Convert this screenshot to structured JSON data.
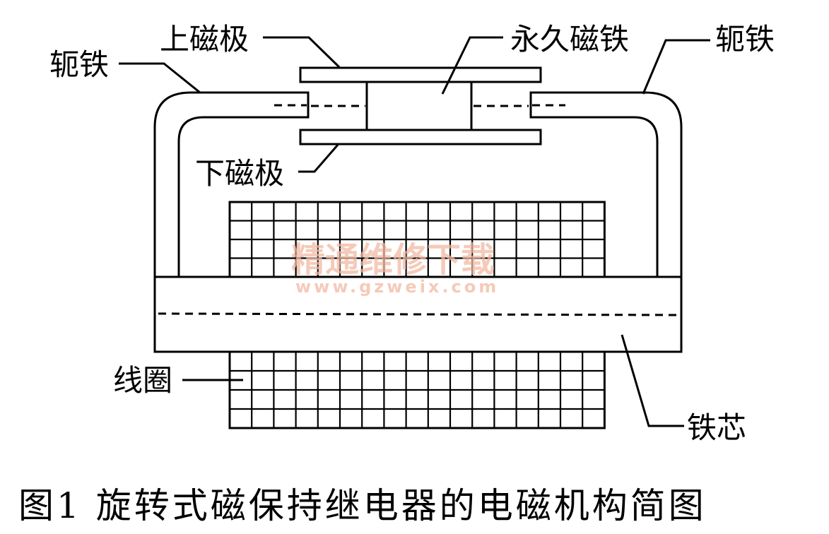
{
  "labels": {
    "yoke_left": "轭铁",
    "upper_pole": "上磁极",
    "permanent_magnet": "永久磁铁",
    "yoke_right": "轭铁",
    "lower_pole": "下磁极",
    "coil": "线圈",
    "iron_core": "铁芯"
  },
  "watermark": {
    "text": "精通维修下载",
    "url": "www.gzweix.com"
  },
  "caption": "图1 旋转式磁保持继电器的电磁机构简图"
}
